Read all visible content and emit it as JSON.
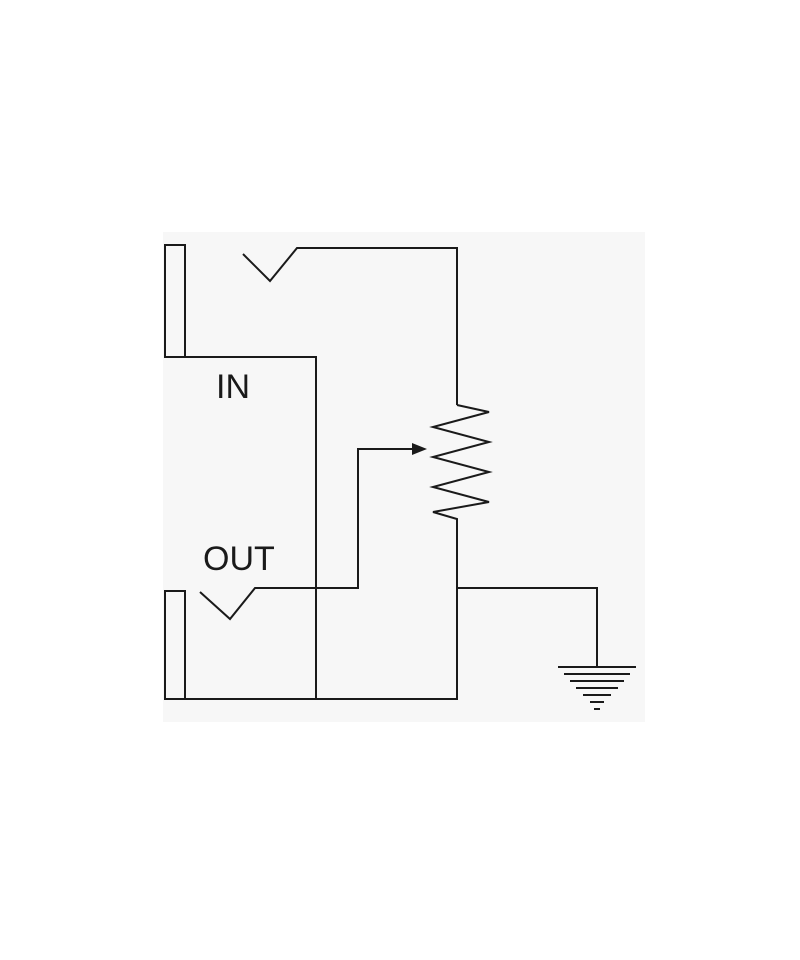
{
  "diagram": {
    "colors": {
      "background": "#ffffff",
      "panel": "#f7f7f7",
      "stroke": "#1a1a1a"
    },
    "labels": {
      "input": "IN",
      "output": "OUT"
    },
    "components": [
      "input-jack-sleeve",
      "input-jack-tip-contact",
      "output-jack-sleeve",
      "output-jack-tip-contact",
      "potentiometer",
      "potentiometer-wiper-arrow",
      "ground-symbol"
    ]
  }
}
